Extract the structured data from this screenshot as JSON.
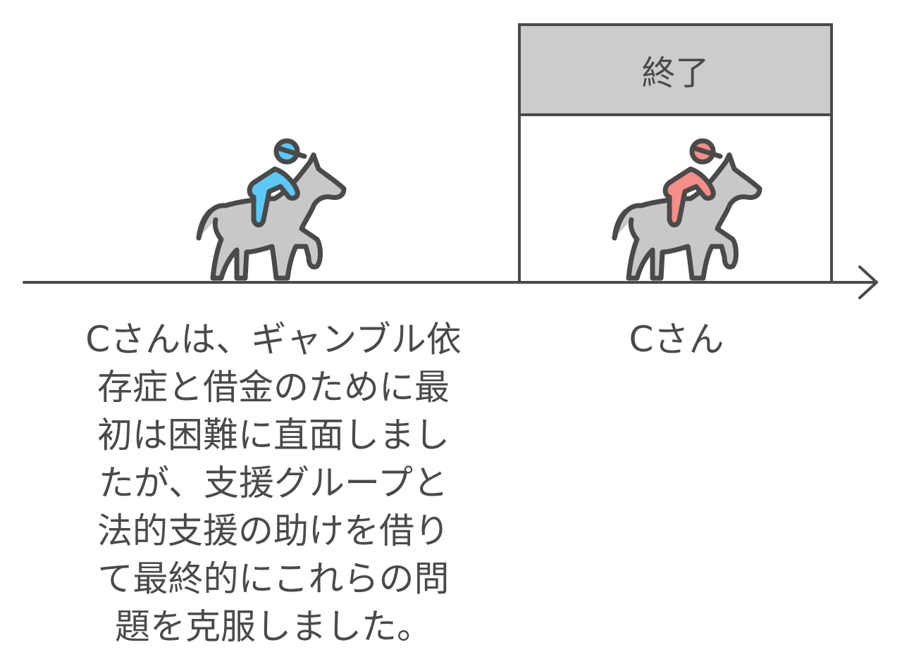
{
  "end_box": {
    "label": "終了"
  },
  "left_event": {
    "rider_color": "#5cc8f5",
    "description": "Cさんは、ギャンブル依存症と借金のために最初は困難に直面しましたが、支援グループと法的支援の助けを借りて最終的にこれらの問題を克服しました。"
  },
  "right_event": {
    "rider_color": "#f58e86",
    "label": "Cさん"
  },
  "colors": {
    "line": "#4a4a4a",
    "horse": "#c8c8c8",
    "header": "#cccccc"
  }
}
